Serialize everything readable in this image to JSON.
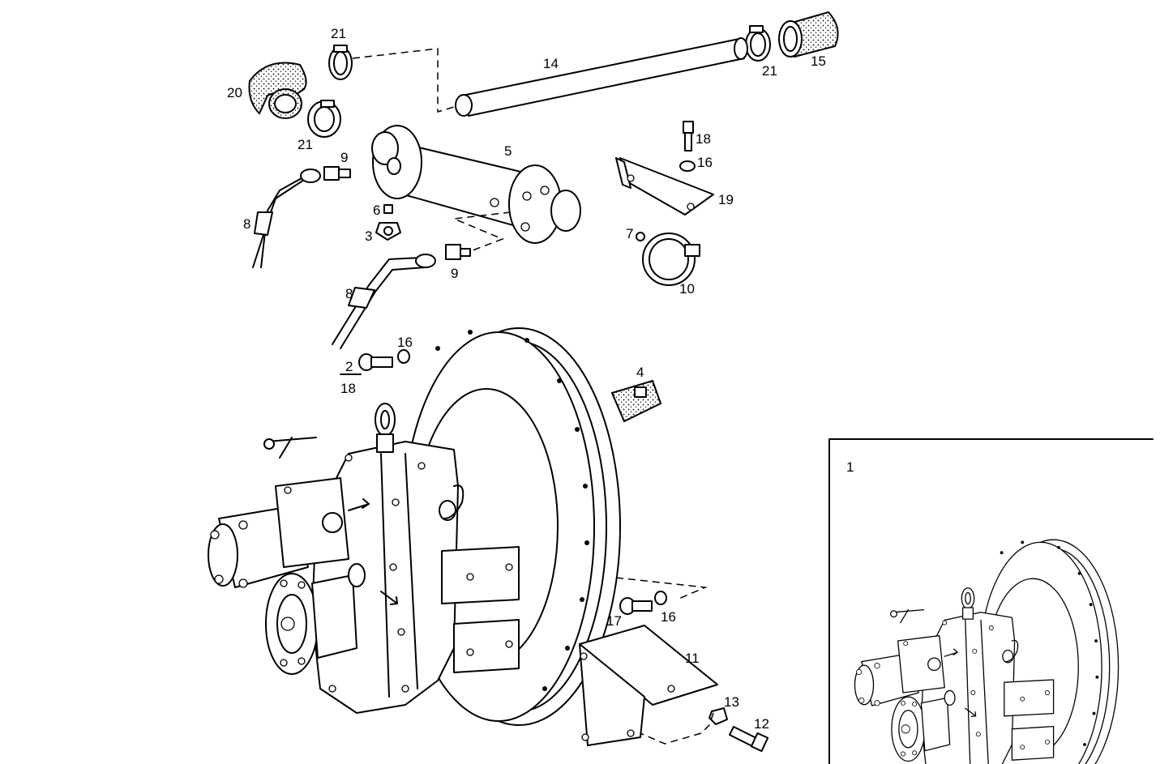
{
  "callouts": {
    "c1": "1",
    "c2": "2",
    "c18_under2": "18",
    "c3": "3",
    "c4": "4",
    "c5": "5",
    "c6": "6",
    "c7": "7",
    "c8_upper": "8",
    "c8_lower": "8",
    "c9_upper": "9",
    "c9_lower": "9",
    "c10": "10",
    "c11": "11",
    "c12": "12",
    "c13": "13",
    "c14": "14",
    "c15": "15",
    "c16_upper": "16",
    "c16_left": "16",
    "c16_right": "16",
    "c17": "17",
    "c18_upper": "18",
    "c19": "19",
    "c20": "20",
    "c21_top": "21",
    "c21_left": "21",
    "c21_right": "21"
  }
}
